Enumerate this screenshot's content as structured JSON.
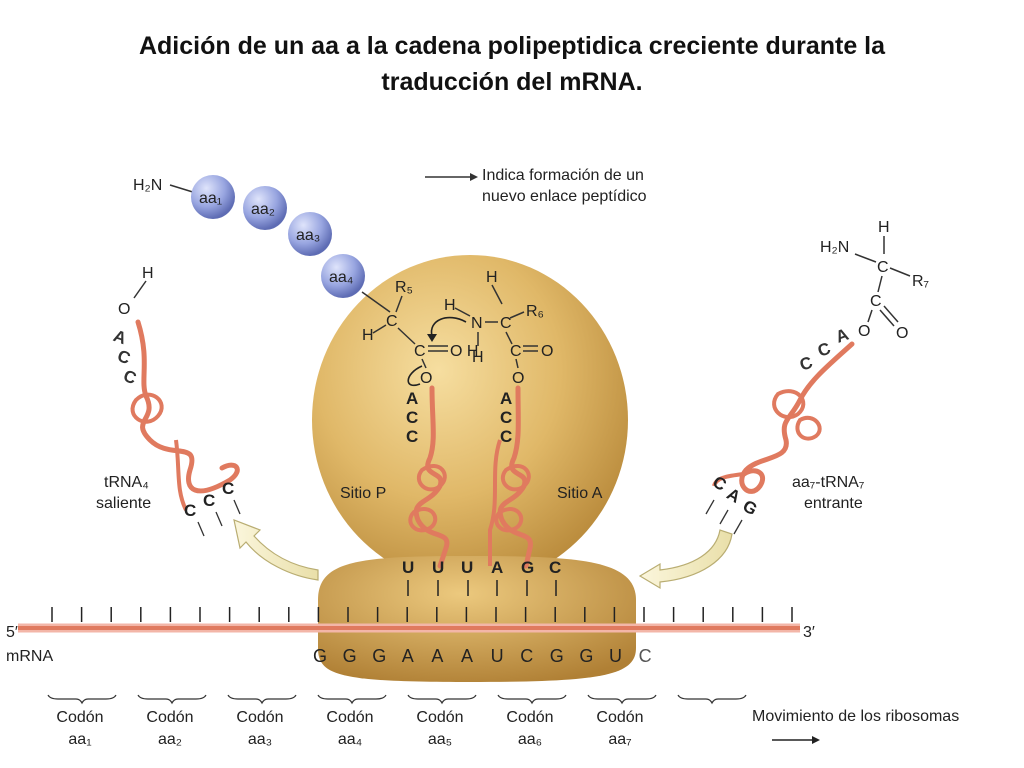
{
  "title": {
    "line1": "Adición de un aa a la cadena polipeptidica creciente durante la",
    "line2": "traducción del mRNA."
  },
  "legend_note": {
    "line1": "Indica formación de un",
    "line2": "nuevo enlace peptídico"
  },
  "chain": {
    "amino_terminus": "H₂N",
    "residues": [
      "aa₁",
      "aa₂",
      "aa₃",
      "aa₄"
    ]
  },
  "chemistry": {
    "r5": "R₅",
    "r6": "R₆",
    "r7": "R₇",
    "h": "H",
    "n": "N",
    "c": "C",
    "o": "O",
    "oh": "O H",
    "h2n": "H₂N"
  },
  "sites": {
    "p": "Sitio P",
    "a": "Sitio A"
  },
  "trna_exit": {
    "label_line1": "tRNA₄",
    "label_line2": "saliente",
    "anticodon": [
      "C",
      "C",
      "C"
    ],
    "acceptor": [
      "A",
      "C",
      "C"
    ]
  },
  "trna_p": {
    "acceptor": [
      "A",
      "C",
      "C"
    ]
  },
  "trna_a": {
    "acceptor": [
      "A",
      "C",
      "C"
    ]
  },
  "trna_enter": {
    "label_line1": "aa₇-tRNA₇",
    "label_line2": "entrante",
    "anticodon": [
      "C",
      "A",
      "G"
    ],
    "acceptor": [
      "A",
      "C",
      "C"
    ]
  },
  "anticodons_in_ribosome": [
    "U",
    "U",
    "U",
    "A",
    "G",
    "C"
  ],
  "mrna": {
    "label": "mRNA",
    "five_prime": "5′",
    "three_prime": "3′",
    "bases": [
      "G",
      "G",
      "G",
      "A",
      "A",
      "A",
      "U",
      "C",
      "G",
      "G",
      "U",
      "C"
    ]
  },
  "codons": [
    {
      "word": "Codón",
      "aa": "aa₁"
    },
    {
      "word": "Codón",
      "aa": "aa₂"
    },
    {
      "word": "Codón",
      "aa": "aa₃"
    },
    {
      "word": "Codón",
      "aa": "aa₄"
    },
    {
      "word": "Codón",
      "aa": "aa₅"
    },
    {
      "word": "Codón",
      "aa": "aa₆"
    },
    {
      "word": "Codón",
      "aa": "aa₇"
    }
  ],
  "movement_label": "Movimiento de los ribosomas",
  "colors": {
    "ribosome": "#d9b366",
    "trna": "#e07a5f",
    "aa_sphere": "#8e9bd6",
    "mrna": "#e8806a"
  }
}
